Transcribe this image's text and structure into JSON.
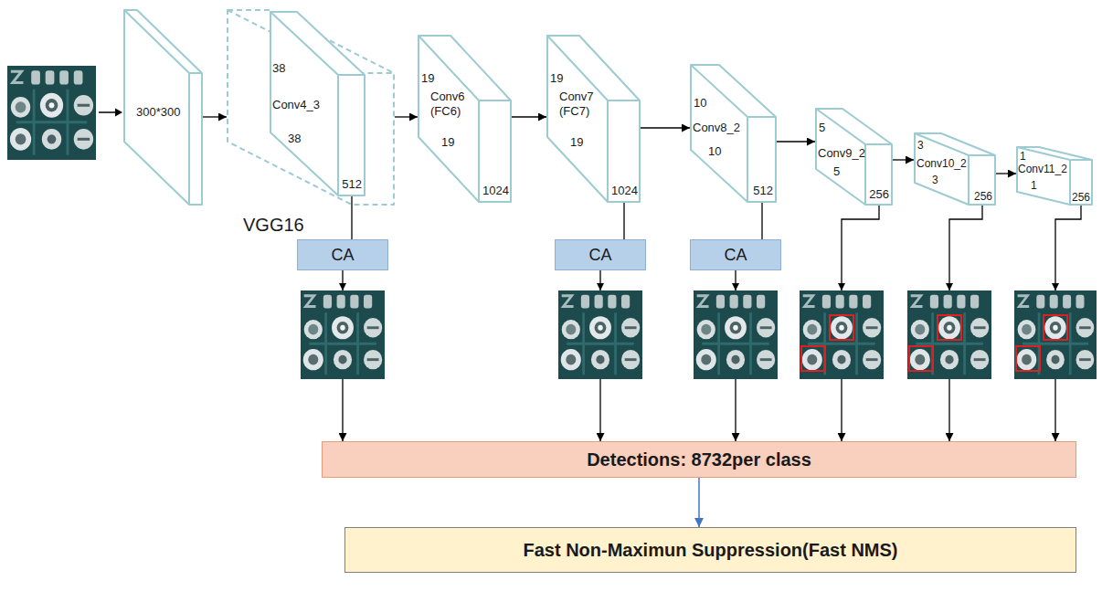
{
  "diagram": {
    "nodes": [
      {
        "text": [
          "300*300"
        ]
      },
      {
        "text": [
          "VGG16"
        ]
      },
      {
        "text": [
          "38",
          "Conv4_3",
          "38",
          "512"
        ],
        "in": 1
      },
      {
        "text": [
          "19",
          "Conv6 (FC6)",
          "19",
          "1024"
        ]
      },
      {
        "text": [
          "19",
          "Conv7 (FC7)",
          "19",
          "1024"
        ]
      },
      {
        "text": [
          "10",
          "Conv8_2",
          "10",
          "512"
        ]
      },
      {
        "text": [
          "5",
          "Conv9_2",
          "5",
          "256"
        ]
      },
      {
        "text": [
          "3",
          "Conv10_2",
          "3",
          "256"
        ]
      },
      {
        "text": [
          "1",
          "Conv11_2",
          "1",
          "256"
        ]
      },
      {
        "text": [
          "CA"
        ]
      },
      {
        "text": [
          "CA"
        ]
      },
      {
        "text": [
          "CA"
        ]
      },
      {
        "text": [
          "Detections: 8732per class"
        ]
      },
      {
        "text": [
          "Fast Non-Maximun Suppression(Fast NMS)"
        ]
      }
    ],
    "edges": [
      {
        "from": 0,
        "to": 1,
        "arrow": "to"
      },
      {
        "from": 1,
        "to": 3,
        "arrow": "to"
      },
      {
        "from": 3,
        "to": 4,
        "arrow": "to"
      },
      {
        "from": 4,
        "to": 5,
        "arrow": "to"
      },
      {
        "from": 5,
        "to": 6,
        "arrow": "to"
      },
      {
        "from": 6,
        "to": 7,
        "arrow": "to"
      },
      {
        "from": 7,
        "to": 8,
        "arrow": "to"
      },
      {
        "from": 2,
        "to": 9,
        "arrow": "none"
      },
      {
        "from": 9,
        "to": 12,
        "arrow": "to"
      },
      {
        "from": 4,
        "to": 10,
        "arrow": "none"
      },
      {
        "from": 10,
        "to": 12,
        "arrow": "to"
      },
      {
        "from": 5,
        "to": 11,
        "arrow": "none"
      },
      {
        "from": 11,
        "to": 12,
        "arrow": "to"
      },
      {
        "from": 6,
        "to": 12,
        "arrow": "to"
      },
      {
        "from": 7,
        "to": 12,
        "arrow": "to"
      },
      {
        "from": 8,
        "to": 12,
        "arrow": "to"
      },
      {
        "from": 12,
        "to": 13,
        "arrow": "to"
      }
    ]
  }
}
